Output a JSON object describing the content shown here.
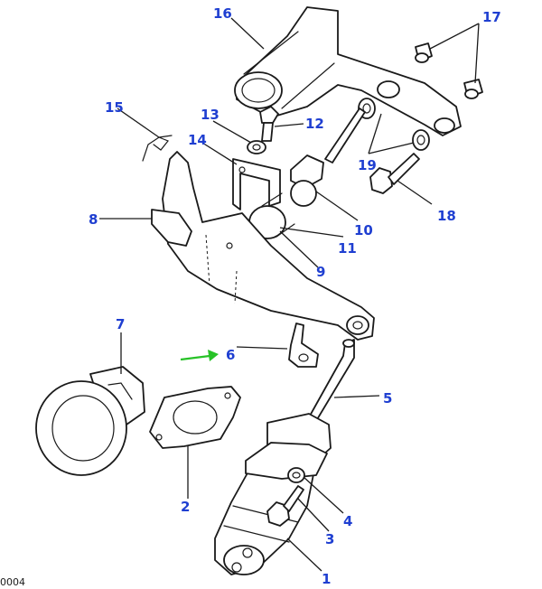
{
  "diagram": {
    "reference_code": "0004",
    "label_color": "#1f3fd1",
    "arrow_color": "#27c227",
    "callouts": [
      {
        "id": "1",
        "text": "1"
      },
      {
        "id": "2",
        "text": "2"
      },
      {
        "id": "3",
        "text": "3"
      },
      {
        "id": "4",
        "text": "4"
      },
      {
        "id": "5",
        "text": "5"
      },
      {
        "id": "6",
        "text": "6"
      },
      {
        "id": "7",
        "text": "7"
      },
      {
        "id": "8",
        "text": "8"
      },
      {
        "id": "9",
        "text": "9"
      },
      {
        "id": "10",
        "text": "10"
      },
      {
        "id": "11",
        "text": "11"
      },
      {
        "id": "12",
        "text": "12"
      },
      {
        "id": "13",
        "text": "13"
      },
      {
        "id": "14",
        "text": "14"
      },
      {
        "id": "15",
        "text": "15"
      },
      {
        "id": "16",
        "text": "16"
      },
      {
        "id": "17",
        "text": "17"
      },
      {
        "id": "18",
        "text": "18"
      },
      {
        "id": "19",
        "text": "19"
      }
    ]
  }
}
